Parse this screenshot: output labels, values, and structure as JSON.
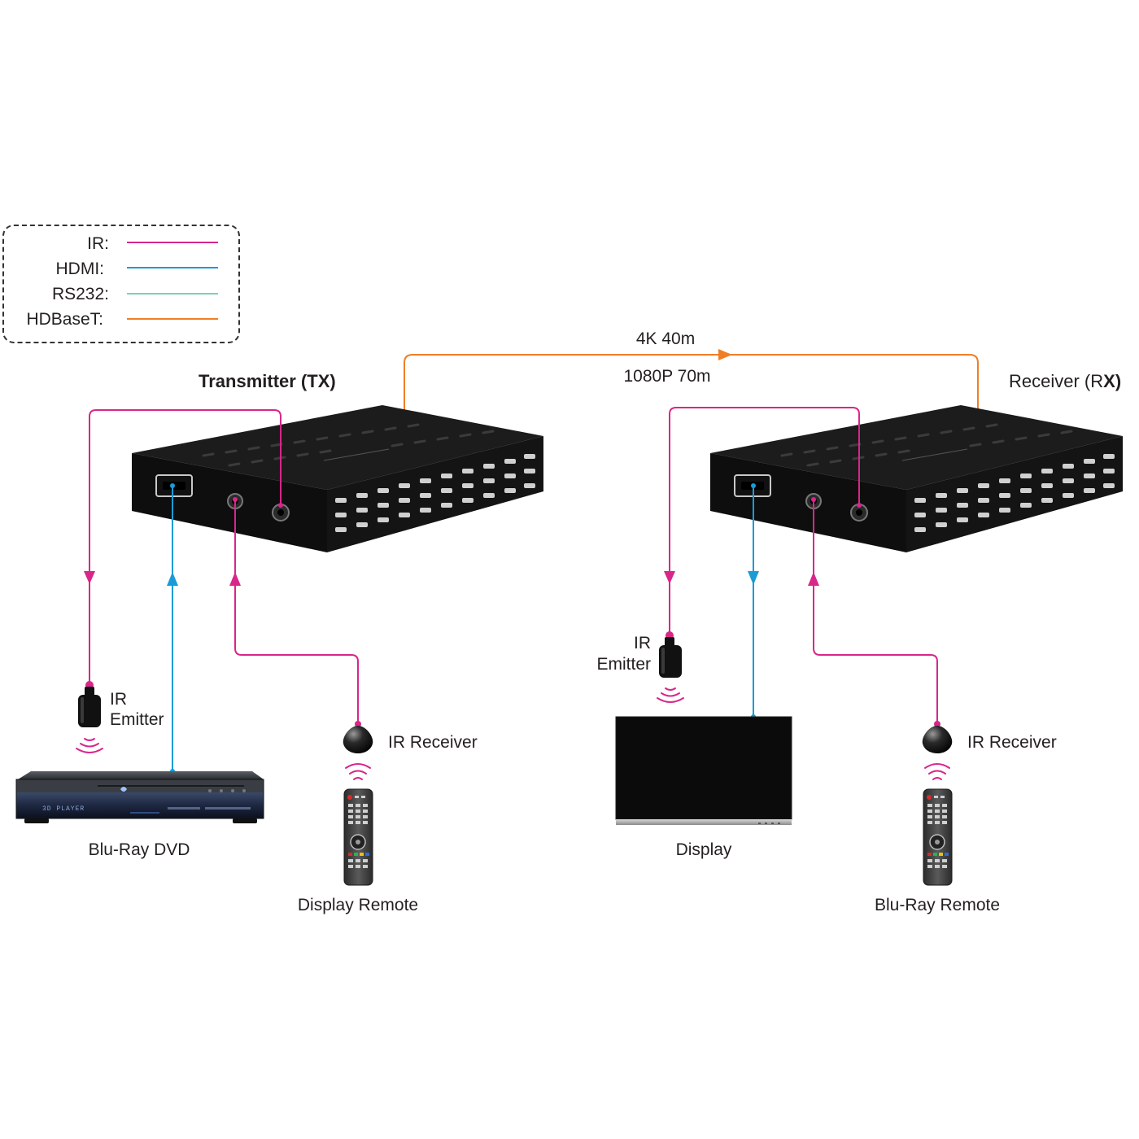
{
  "legend": {
    "items": [
      {
        "label": "IR:",
        "color": "#d9268a"
      },
      {
        "label": "HDMI:",
        "color": "#1a9bd7"
      },
      {
        "label": "RS232:",
        "color": "#7fd1b4"
      },
      {
        "label": "HDBaseT:",
        "color": "#f07e26"
      }
    ]
  },
  "link": {
    "line1": "4K 40m",
    "line2": "1080P 70m",
    "color": "#f07e26"
  },
  "transmitter": {
    "title_main": "Transmitter (TX)",
    "ir_emitter_line1": "IR",
    "ir_emitter_line2": "Emitter",
    "ir_receiver_label": "IR Receiver",
    "source_label": "Blu-Ray DVD",
    "remote_label": "Display Remote"
  },
  "receiver": {
    "title_main": "Receiver (R",
    "title_bold": "X)",
    "ir_emitter_line1": "IR",
    "ir_emitter_line2": "Emitter",
    "ir_receiver_label": "IR Receiver",
    "display_label": "Display",
    "remote_label": "Blu-Ray Remote"
  },
  "device": {
    "dvd_screen_text": "3D PLAYER"
  },
  "colors": {
    "ir": "#d9268a",
    "hdmi": "#1a9bd7",
    "hdbaset": "#f07e26",
    "device_body": "#111111"
  }
}
